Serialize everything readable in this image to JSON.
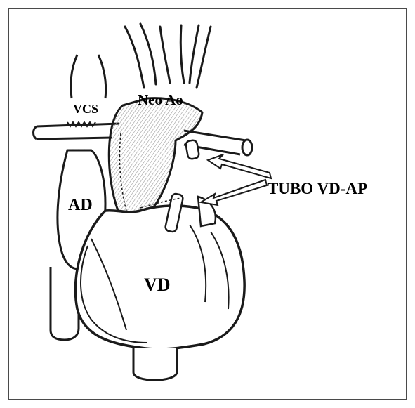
{
  "labels": {
    "neo_ao": "Neo Ao",
    "vcs": "VCS",
    "ad": "AD",
    "vd": "VD",
    "tubo": "TUBO VD-AP"
  },
  "colors": {
    "ink": "#1a1a1a",
    "shade": "#9a9a9a",
    "paper": "#ffffff",
    "frame": "#4a4a4a"
  }
}
